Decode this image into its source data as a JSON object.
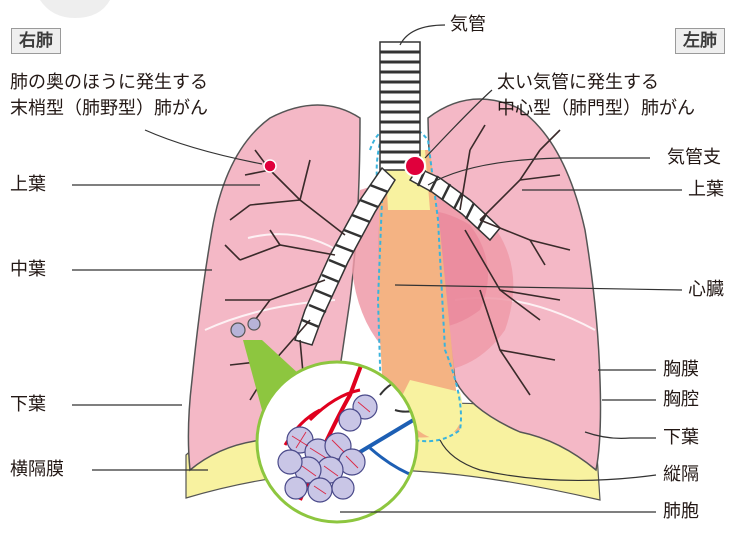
{
  "badges": {
    "right_lung": "右肺",
    "left_lung": "左肺"
  },
  "notes": {
    "peripheral_line1": "肺の奥のほうに発生する",
    "peripheral_line2": "末梢型（肺野型）肺がん",
    "central_line1": "太い気管に発生する",
    "central_line2": "中心型（肺門型）肺がん"
  },
  "labels": {
    "trachea": "気管",
    "bronchus": "気管支",
    "right_upper_lobe": "上葉",
    "right_middle_lobe": "中葉",
    "right_lower_lobe": "下葉",
    "diaphragm": "横隔膜",
    "left_upper_lobe": "上葉",
    "heart": "心臓",
    "pleura": "胸膜",
    "pleural_cavity": "胸腔",
    "left_lower_lobe": "下葉",
    "mediastinum": "縦隔",
    "alveoli": "肺胞"
  },
  "colors": {
    "lung": "#f4b8c6",
    "lung_dark": "#e4849c",
    "heart": "#ef9aa8",
    "mediastinum": "#f4b383",
    "diaphragm": "#f8f2a0",
    "tumor": "#e0003c",
    "magnifier": "#8dc63f",
    "dashed_outline": "#3ab3dc"
  }
}
